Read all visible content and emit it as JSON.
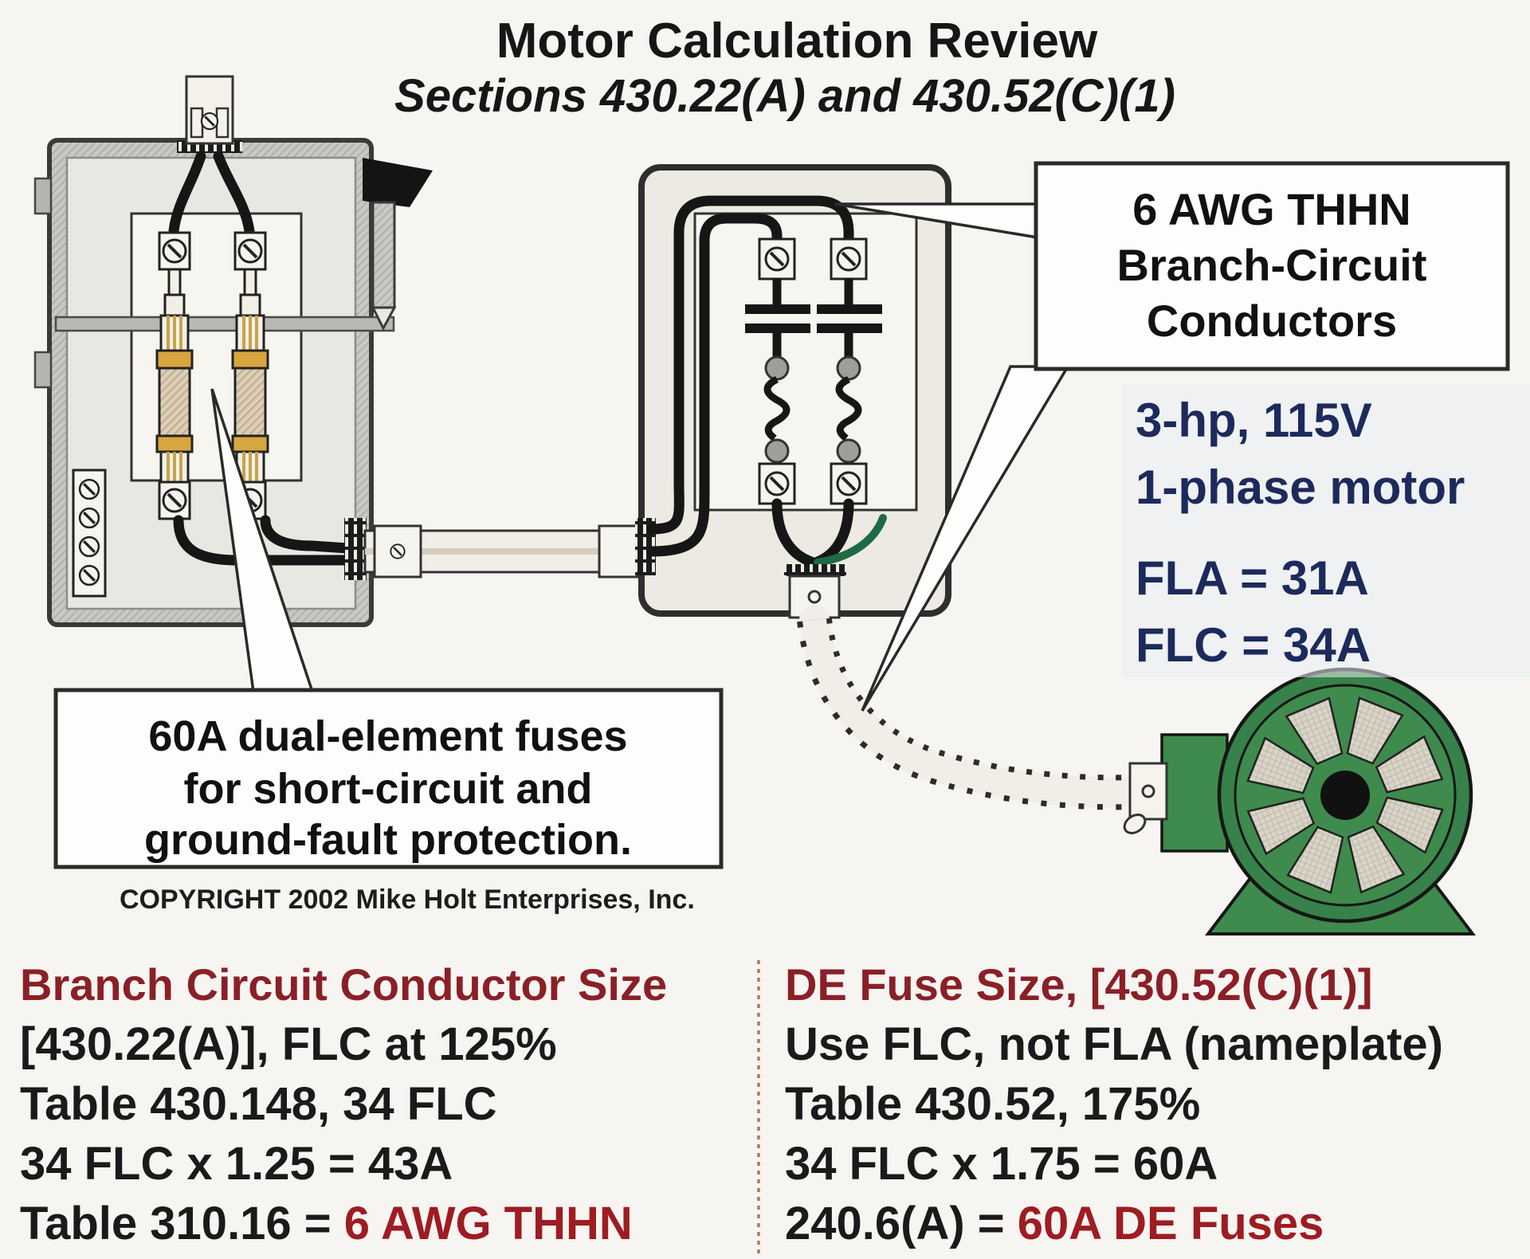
{
  "title": {
    "line1": "Motor Calculation Review",
    "line2": "Sections 430.22(A) and 430.52(C)(1)"
  },
  "callouts": {
    "conductors": {
      "line1": "6 AWG THHN",
      "line2": "Branch-Circuit",
      "line3": "Conductors"
    },
    "fuses": {
      "line1": "60A dual-element fuses",
      "line2": "for short-circuit and",
      "line3": "ground-fault protection."
    },
    "motor_specs": {
      "line1": "3-hp, 115V",
      "line2": "1-phase motor",
      "line3": "FLA = 31A",
      "line4": "FLC = 34A"
    }
  },
  "copyright": "COPYRIGHT 2002  Mike Holt Enterprises, Inc.",
  "columns": {
    "left": {
      "heading": "Branch Circuit Conductor Size",
      "line1": "[430.22(A)], FLC at 125%",
      "line2": "Table 430.148, 34 FLC",
      "line3": "34 FLC x 1.25 = 43A",
      "result_prefix": "Table 310.16 = ",
      "result": "6 AWG THHN"
    },
    "right": {
      "heading": "DE Fuse Size, [430.52(C)(1)]",
      "line1": "Use FLC, not FLA (nameplate)",
      "line2": "Table 430.52, 175%",
      "line3": "34 FLC x 1.75 = 60A",
      "result_prefix": "240.6(A) = ",
      "result": "60A DE Fuses"
    }
  },
  "colors": {
    "heading_red": "#8a2026",
    "result_red": "#9e1c22",
    "motor_text_navy": "#1c2a5c",
    "motor_green": "#3e8b4d",
    "ground_wire_green": "#1d6b45",
    "body_text": "#1a1a1a"
  }
}
